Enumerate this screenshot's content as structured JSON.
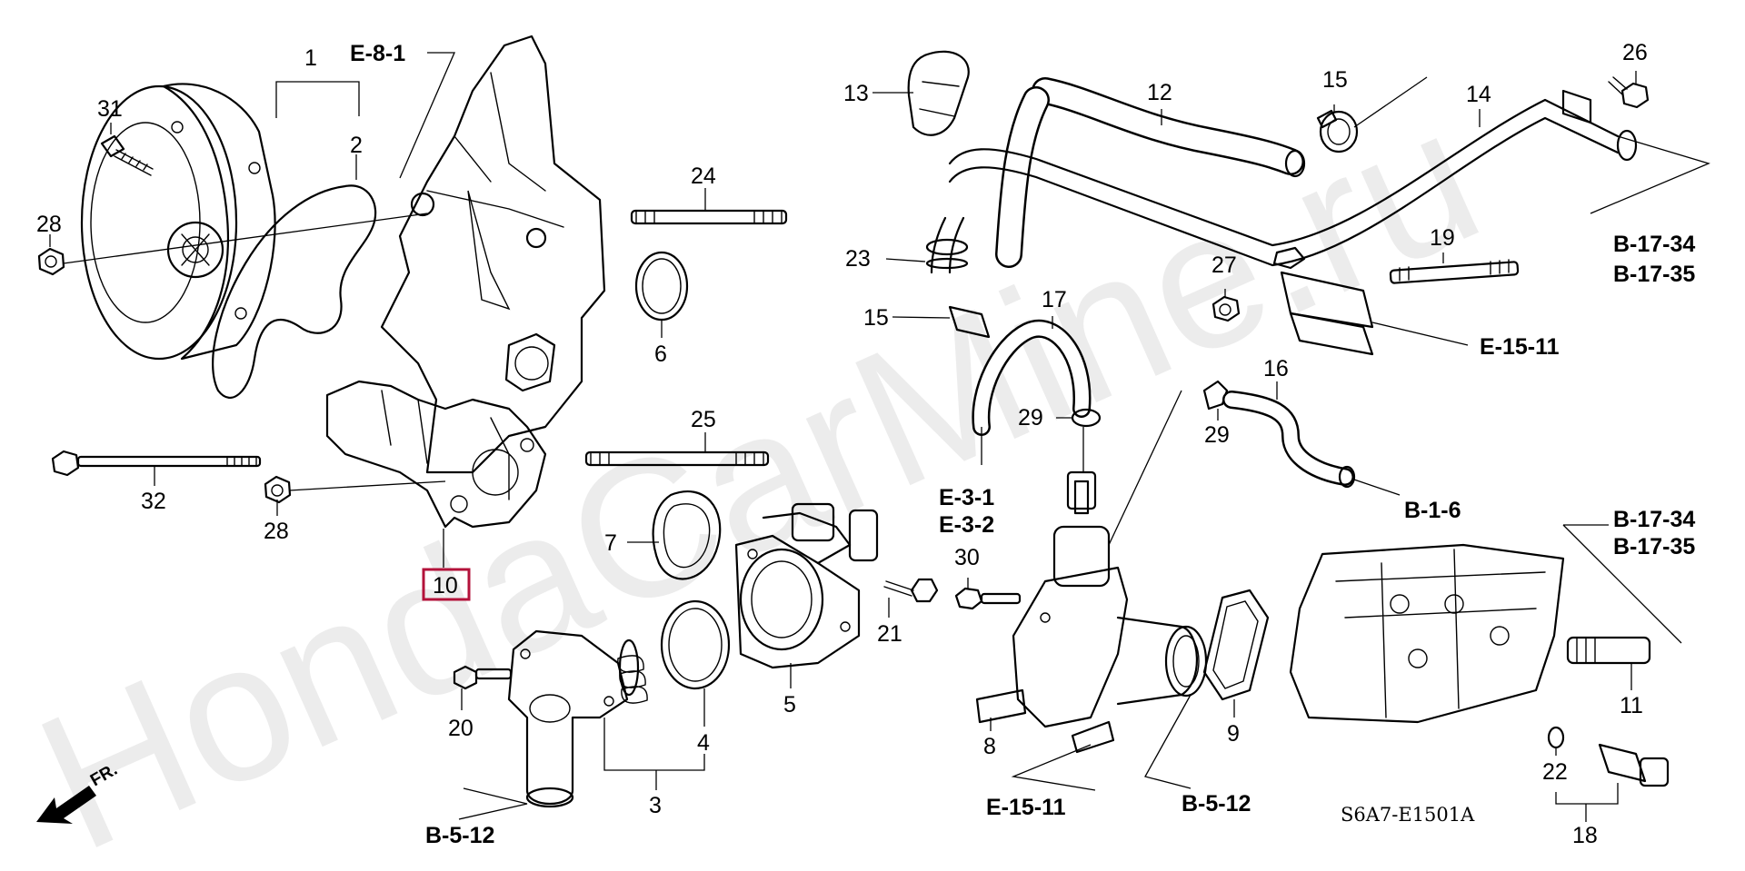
{
  "watermark": "HondaCarMine.ru",
  "diagram_code": "S6A7-E1501A",
  "direction_label": "FR.",
  "highlight_color": "#b3123a",
  "highlighted_part": "10",
  "part_numbers": {
    "p1": "1",
    "p2": "2",
    "p3": "3",
    "p4": "4",
    "p5": "5",
    "p6": "6",
    "p7": "7",
    "p8": "8",
    "p9": "9",
    "p10": "10",
    "p11": "11",
    "p12": "12",
    "p13": "13",
    "p14": "14",
    "p15": "15",
    "p16": "16",
    "p17": "17",
    "p18": "18",
    "p19": "19",
    "p20": "20",
    "p21": "21",
    "p22": "22",
    "p23": "23",
    "p24": "24",
    "p25": "25",
    "p26": "26",
    "p27": "27",
    "p28": "28",
    "p29": "29",
    "p30": "30",
    "p31": "31",
    "p32": "32"
  },
  "references": {
    "e81": "E-8-1",
    "b1734": "B-17-34",
    "b1735": "B-17-35",
    "e1511": "E-15-11",
    "e31": "E-3-1",
    "e32": "E-3-2",
    "b16": "B-1-6",
    "b512": "B-5-12"
  }
}
